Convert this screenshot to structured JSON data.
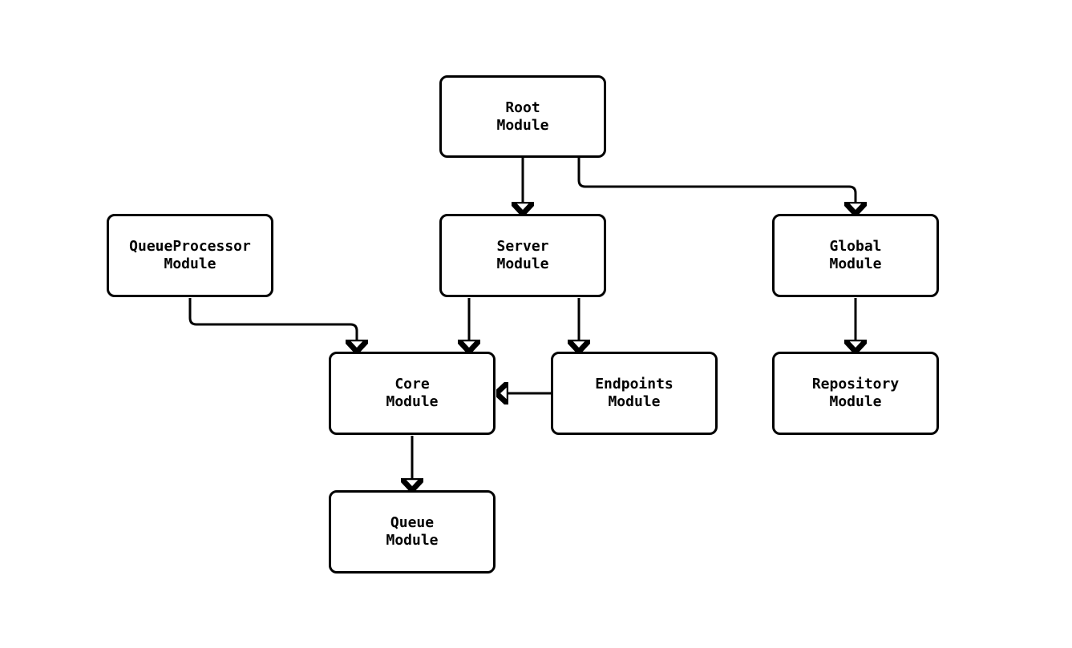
{
  "diagram": {
    "type": "module-dependency-diagram",
    "colors": {
      "background": "#ffffff",
      "node_fill": "#ffffff",
      "node_border": "#000000",
      "edge": "#000000",
      "text": "#000000"
    },
    "nodes": {
      "root": {
        "label": "Root\nModule"
      },
      "queueProcessor": {
        "label": "QueueProcessor\nModule"
      },
      "server": {
        "label": "Server\nModule"
      },
      "global": {
        "label": "Global\nModule"
      },
      "core": {
        "label": "Core\nModule"
      },
      "endpoints": {
        "label": "Endpoints\nModule"
      },
      "repository": {
        "label": "Repository\nModule"
      },
      "queue": {
        "label": "Queue\nModule"
      }
    },
    "edges": [
      {
        "from": "Root Module",
        "to": "Server Module"
      },
      {
        "from": "Root Module",
        "to": "Global Module"
      },
      {
        "from": "QueueProcessor Module",
        "to": "Core Module"
      },
      {
        "from": "Server Module",
        "to": "Core Module"
      },
      {
        "from": "Server Module",
        "to": "Endpoints Module"
      },
      {
        "from": "Endpoints Module",
        "to": "Core Module"
      },
      {
        "from": "Global Module",
        "to": "Repository Module"
      },
      {
        "from": "Core Module",
        "to": "Queue Module"
      }
    ]
  }
}
